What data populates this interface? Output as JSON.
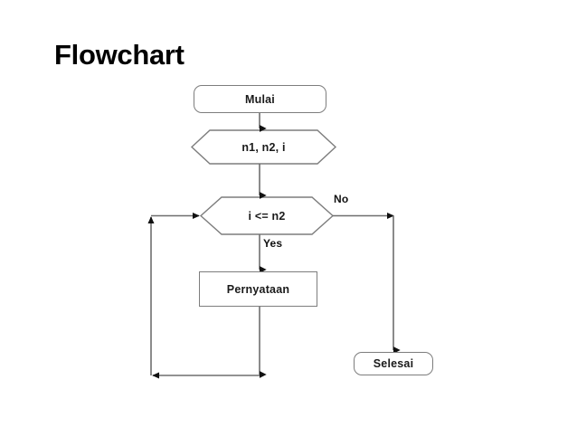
{
  "page": {
    "title": "Flowchart",
    "background_color": "#ffffff",
    "line_color": "#6e6e6e",
    "text_color": "#1a1a1a"
  },
  "diagram": {
    "type": "flowchart",
    "orientation": "top-to-bottom",
    "nodes": [
      {
        "id": "mulai",
        "label": "Mulai",
        "shape": "terminal"
      },
      {
        "id": "input",
        "label": "n1, n2, i",
        "shape": "hexagon"
      },
      {
        "id": "decision",
        "label": "i <= n2",
        "shape": "hexagon"
      },
      {
        "id": "pernyataan",
        "label": "Pernyataan",
        "shape": "rectangle"
      },
      {
        "id": "selesai",
        "label": "Selesai",
        "shape": "terminal"
      }
    ],
    "edges": [
      {
        "from": "mulai",
        "to": "input",
        "label": ""
      },
      {
        "from": "input",
        "to": "decision",
        "label": ""
      },
      {
        "from": "decision",
        "to": "pernyataan",
        "label": "Yes"
      },
      {
        "from": "decision",
        "to": "selesai",
        "label": "No"
      },
      {
        "from": "pernyataan",
        "to": "decision",
        "label": ""
      }
    ],
    "edge_labels": {
      "yes": "Yes",
      "no": "No"
    }
  }
}
